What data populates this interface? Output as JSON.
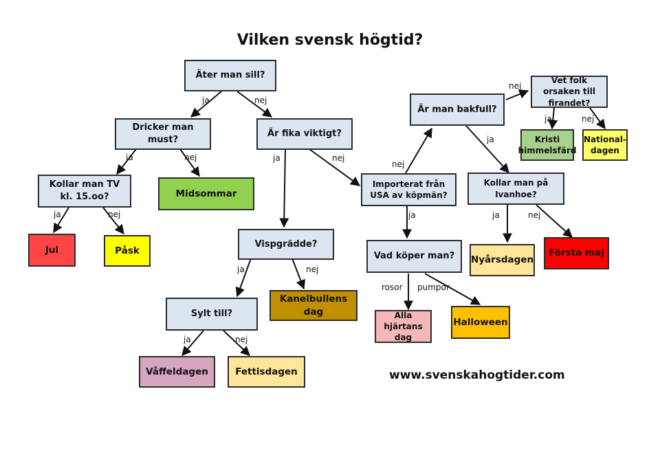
{
  "title": "Vilken svensk högtid?",
  "website": "www.svenskahogtider.com",
  "questions": {
    "ater_sill": "Äter man sill?",
    "dricker_must": "Dricker man must?",
    "fika_viktigt": "Är fika viktigt?",
    "kollar_tv": "Kollar man TV kl. 15.oo?",
    "vispgradde": "Vispgrädde?",
    "sylt_till": "Sylt till?",
    "bakfull": "Är man bakfull?",
    "orsaken": "Vet folk orsaken till firandet?",
    "importerat": "Importerat från USA av köpmän?",
    "ivanhoe": "Kollar man på Ivanhoe?",
    "koper": "Vad köper man?"
  },
  "answers": {
    "midsommar": "Midsommar",
    "jul": "Jul",
    "pask": "Påsk",
    "kanelbullens": "Kanelbullens dag",
    "vaffeldagen": "Våffeldagen",
    "fettisdagen": "Fettisdagen",
    "kristi": "Kristi himmelsfärd",
    "nationaldagen": "National-dagen",
    "nyarsdagen": "Nyårsdagen",
    "forsta_maj": "Första maj",
    "hjartans": "Alla hjärtans dag",
    "halloween": "Halloween"
  },
  "edge_labels": {
    "ja": "ja",
    "nej": "nej",
    "rosor": "rosor",
    "pumpor": "pumpor"
  },
  "colors": {
    "question": "#dce6f1",
    "jul": "#ff4545",
    "pask": "#ffff00",
    "midsommar": "#92d050",
    "kanelbullens": "#bf8f00",
    "vaffeldagen": "#d5a6bd",
    "fettisdagen": "#ffe699",
    "kristi": "#a9d18e",
    "nationaldagen": "#ffff66",
    "nyarsdagen": "#ffe699",
    "forsta_maj": "#ff0000",
    "hjartans": "#f4b8b8",
    "halloween": "#ffc000"
  }
}
